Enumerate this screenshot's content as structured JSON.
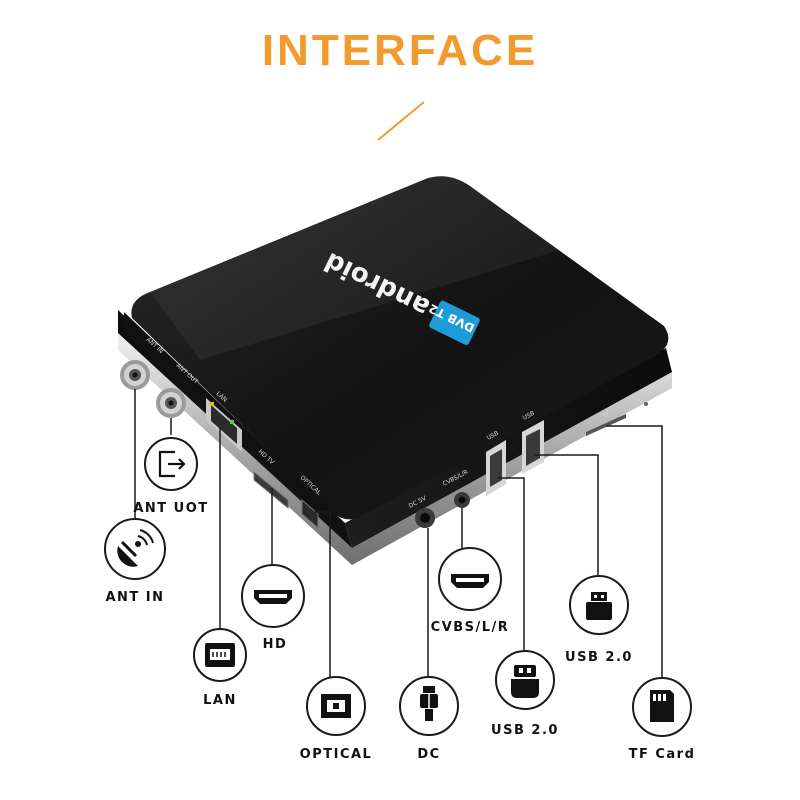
{
  "title": "INTERFACE",
  "colors": {
    "accent": "#f39a2e",
    "device": "#141414",
    "line": "#1a1a1a"
  },
  "device": {
    "logo_text": "android",
    "logo_badge": "DVB T2",
    "port_labels": {
      "ant_in": "ANT IN",
      "ant_out": "ANT OUT",
      "lan": "LAN",
      "hdtv": "HD TV",
      "optical": "OPTICAL",
      "dc": "DC 5V",
      "cvbs": "CVBS/L/R",
      "usb1": "USB",
      "usb2": "USB",
      "tf": "TF"
    }
  },
  "callouts": {
    "ant_out": {
      "label": "ANT UOT",
      "icon": "exit-icon"
    },
    "ant_in": {
      "label": "ANT IN",
      "icon": "satellite-dish-icon"
    },
    "hd": {
      "label": "HD",
      "icon": "hdmi-port-icon"
    },
    "lan": {
      "label": "LAN",
      "icon": "ethernet-port-icon"
    },
    "optical": {
      "label": "OPTICAL",
      "icon": "optical-port-icon"
    },
    "dc": {
      "label": "DC",
      "icon": "dc-plug-icon"
    },
    "cvbs": {
      "label": "CVBS/L/R",
      "icon": "av-port-icon"
    },
    "usb_a": {
      "label": "USB 2.0",
      "icon": "usb-plug-icon"
    },
    "usb_b": {
      "label": "USB 2.0",
      "icon": "usb-stick-icon"
    },
    "tf": {
      "label": "TF Card",
      "icon": "sd-card-icon"
    }
  }
}
